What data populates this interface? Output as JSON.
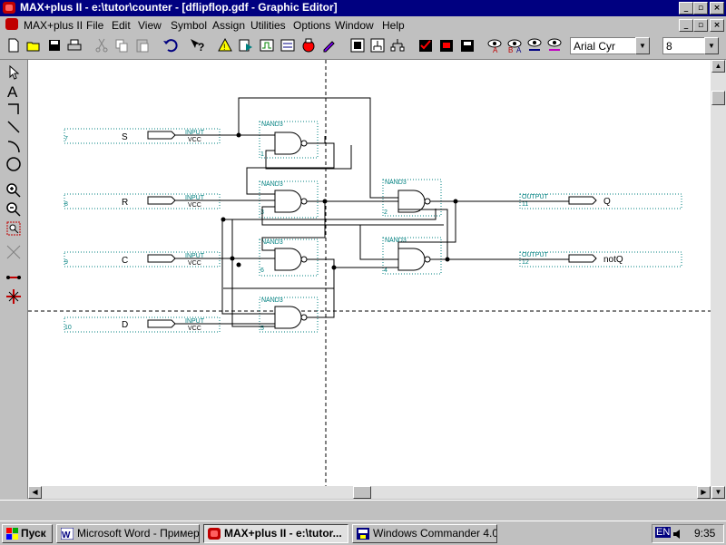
{
  "window": {
    "title": "MAX+plus II - e:\\tutor\\counter - [dflipflop.gdf - Graphic Editor]",
    "min_glyph": "_",
    "max_glyph": "▫",
    "close_glyph": "×"
  },
  "menu": {
    "items": [
      "MAX+plus II",
      "File",
      "Edit",
      "View",
      "Symbol",
      "Assign",
      "Utilities",
      "Options",
      "Window",
      "Help"
    ]
  },
  "toolbar": {
    "font_name": "Arial Cyr",
    "font_size": "8",
    "icons": [
      "new-icon",
      "open-icon",
      "save-icon",
      "print-icon",
      "cut-icon",
      "copy-icon",
      "paste-icon",
      "undo-icon",
      "help-icon",
      "compiler-icon",
      "simulator-icon",
      "timing-analyzer-icon",
      "programmer-icon",
      "hierarchy-up-icon",
      "open-file-icon",
      "hierarchy-icon",
      "project-save-check-icon",
      "project-save-compile-icon",
      "project-save-simulate-icon",
      "find-node-icon",
      "find-node-back-icon",
      "trace-icon",
      "trace-back-icon"
    ]
  },
  "palette": {
    "tools": [
      "selection-tool",
      "text-tool",
      "orthogonal-line-tool",
      "diagonal-line-tool",
      "arc-tool",
      "circle-tool",
      "zoom-in-tool",
      "zoom-out-tool",
      "fit-in-window-tool",
      "rubberbanding-tool",
      "connect-dots-tool",
      "disconnect-dots-tool"
    ]
  },
  "schematic": {
    "inputs": [
      {
        "name": "S",
        "pin": "7",
        "type": "INPUT",
        "sub": "VCC"
      },
      {
        "name": "R",
        "pin": "8",
        "type": "INPUT",
        "sub": "VCC"
      },
      {
        "name": "C",
        "pin": "9",
        "type": "INPUT",
        "sub": "VCC"
      },
      {
        "name": "D",
        "pin": "10",
        "type": "INPUT",
        "sub": "VCC"
      }
    ],
    "gates": [
      {
        "type": "NAND3",
        "num": "1"
      },
      {
        "type": "NAND3",
        "num": "3"
      },
      {
        "type": "NAND3",
        "num": "6"
      },
      {
        "type": "NAND3",
        "num": "5"
      },
      {
        "type": "NAND3",
        "num": "2"
      },
      {
        "type": "NAND3",
        "num": "4"
      }
    ],
    "outputs": [
      {
        "name": "Q",
        "pin": "11",
        "type": "OUTPUT"
      },
      {
        "name": "notQ",
        "pin": "12",
        "type": "OUTPUT"
      }
    ]
  },
  "taskbar": {
    "start_label": "Пуск",
    "tasks": [
      {
        "label": "Microsoft Word - Пример ...",
        "active": false
      },
      {
        "label": "MAX+plus II - e:\\tutor...",
        "active": true
      },
      {
        "label": "Windows Commander 4.0 -...",
        "active": false
      }
    ],
    "lang": "EN",
    "clock": "9:35"
  },
  "colors": {
    "title_bar": "#000080",
    "schematic_label": "#008080",
    "schematic_line": "#000000",
    "guide_line": "#000000"
  }
}
